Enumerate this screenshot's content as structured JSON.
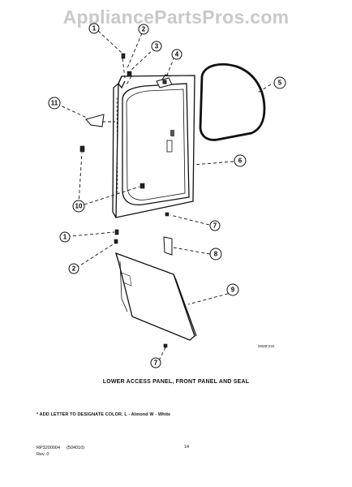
{
  "watermark": "AppliancePartsPros.com",
  "callouts": [
    "1",
    "2",
    "3",
    "4",
    "5",
    "6",
    "7",
    "1",
    "2",
    "8",
    "9",
    "7",
    "10",
    "11"
  ],
  "drawing_code": "0058F234",
  "caption": "LOWER ACCESS PANEL, FRONT PANEL AND SEAL",
  "note": "* ADD LETTER TO DESIGNATE COLOR.  L - Almond  W - White",
  "footer": {
    "part_number": "RP3200004",
    "date_code": "(504010)",
    "revision": "Rev. 0",
    "page": "14"
  },
  "colors": {
    "line": "#111111",
    "watermark": "#c9c9c9"
  }
}
